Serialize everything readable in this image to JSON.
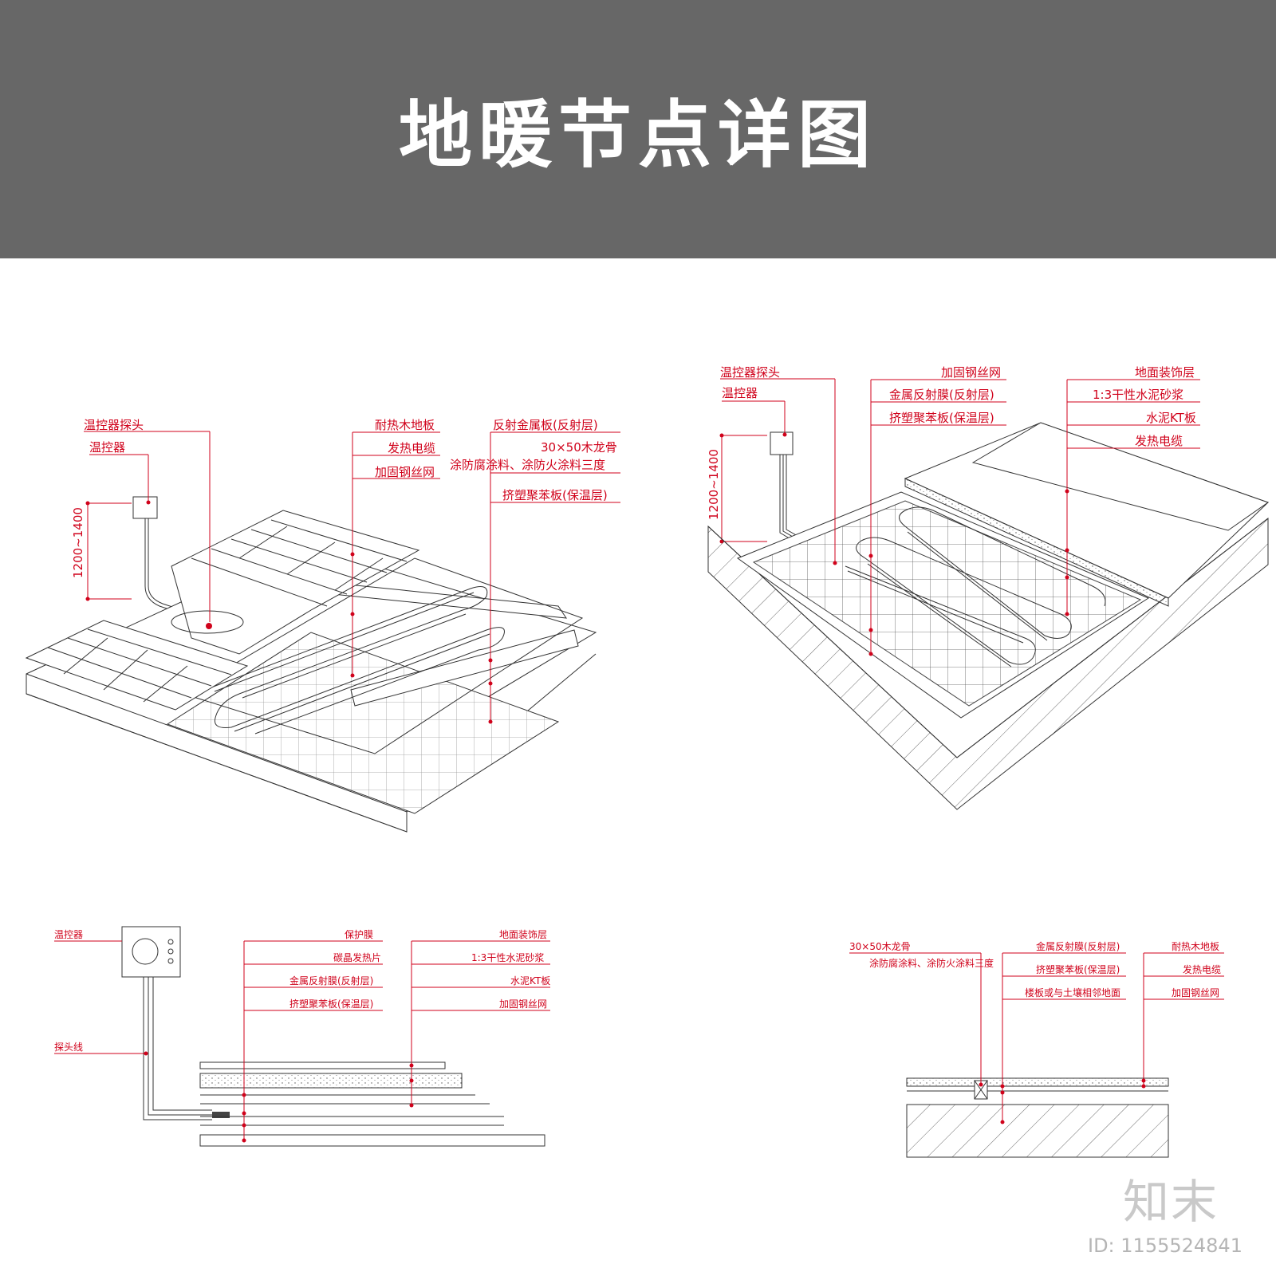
{
  "title": "地暖节点详图",
  "diagram1": {
    "probe": "温控器探头",
    "thermostat": "温控器",
    "height_dim": "1200~1400",
    "layers": [
      "耐热木地板",
      "发热电缆",
      "加固钢丝网"
    ],
    "right_layers": [
      "反射金属板(反射层)",
      "30×50木龙骨",
      "涂防腐涂料、涂防火涂料三度",
      "挤塑聚苯板(保温层)"
    ]
  },
  "diagram2": {
    "probe": "温控器探头",
    "thermostat": "温控器",
    "height_dim": "1200~1400",
    "mid_layers": [
      "加固钢丝网",
      "金属反射膜(反射层)",
      "挤塑聚苯板(保温层)"
    ],
    "right_layers": [
      "地面装饰层",
      "1:3干性水泥砂浆",
      "水泥KT板",
      "发热电缆"
    ]
  },
  "diagram3": {
    "thermostat": "温控器",
    "probe_wire": "探头线",
    "mid_layers": [
      "保护膜",
      "碳晶发热片",
      "金属反射膜(反射层)",
      "挤塑聚苯板(保温层)"
    ],
    "right_layers": [
      "地面装饰层",
      "1:3干性水泥砂浆",
      "水泥KT板",
      "加固钢丝网"
    ]
  },
  "diagram4": {
    "left_layers": [
      "30×50木龙骨",
      "涂防腐涂料、涂防火涂料三度"
    ],
    "mid_layers": [
      "金属反射膜(反射层)",
      "挤塑聚苯板(保温层)",
      "楼板或与土壤相邻地面"
    ],
    "right_layers": [
      "耐热木地板",
      "发热电缆",
      "加固钢丝网"
    ]
  },
  "brand": {
    "logo": "知末",
    "id": "ID: 1155524841"
  },
  "colors": {
    "banner": "#676767",
    "accent": "#d0021b"
  }
}
